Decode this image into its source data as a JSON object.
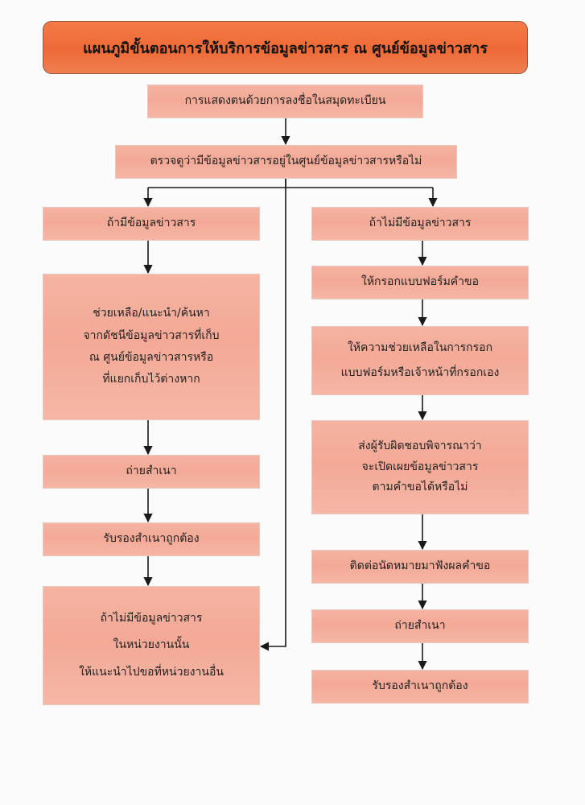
{
  "title": "แผนภูมิขั้นตอนการให้บริการข้อมูลข่าวสาร ณ ศูนย์ข้อมูลข่าวสาร",
  "steps": {
    "register": "การแสดงตนด้วยการลงชื่อในสมุดทะเบียน",
    "check": "ตรวจดูว่ามีข้อมูลข่าวสารอยู่ในศูนย์ข้อมูลข่าวสารหรือไม่"
  },
  "left": {
    "has_info": "ถ้ามีข้อมูลข่าวสาร",
    "help_lines": [
      "ช่วยเหลือ/แนะนำ/ค้นหา",
      "จากดัชนีข้อมูลข่าวสารที่เก็บ",
      "ณ ศูนย์ข้อมูลข่าวสารหรือ",
      "ที่แยกเก็บไว้ต่างหาก"
    ],
    "copy": "ถ่ายสำเนา",
    "certify": "รับรองสำเนาถูกต้อง",
    "refer_lines": [
      "ถ้าไม่มีข้อมูลข่าวสาร",
      "ในหน่วยงานนั้น",
      "ให้แนะนำไปขอที่หน่วยงานอื่น"
    ]
  },
  "right": {
    "no_info": "ถ้าไม่มีข้อมูลข่าวสาร",
    "fill_form": "ให้กรอกแบบฟอร์มคำขอ",
    "assist_lines": [
      "ให้ความช่วยเหลือในการกรอก",
      "แบบฟอร์มหรือเจ้าหน้าที่กรอกเอง"
    ],
    "send_lines": [
      "ส่งผู้รับผิดชอบพิจารณาว่า",
      "จะเปิดเผยข้อมูลข่าวสาร",
      "ตามคำขอได้หรือไม่"
    ],
    "appointment": "ติดต่อนัดหมายมาฟังผลคำขอ",
    "copy": "ถ่ายสำเนา",
    "certify": "รับรองสำเนาถูกต้อง"
  },
  "colors": {
    "title_fill": "#ee6a37",
    "box_fill": "#f3a996",
    "arrow": "#1a1a1a"
  }
}
